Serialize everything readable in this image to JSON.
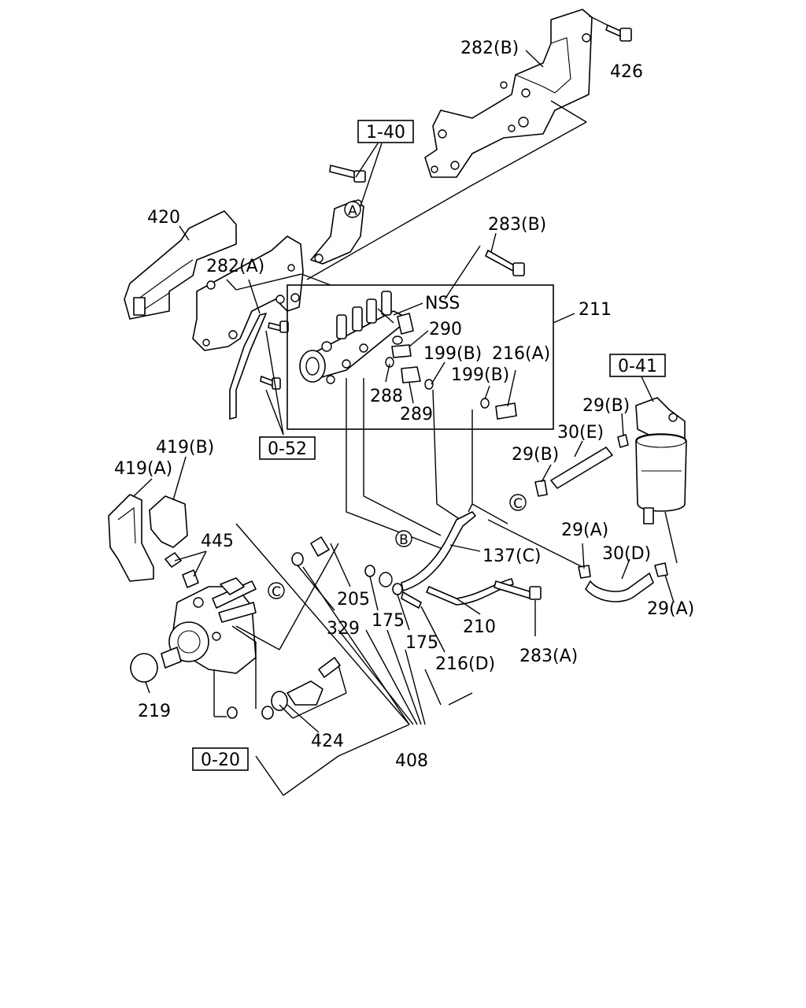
{
  "callouts": {
    "p282B": "282(B)",
    "p426": "426",
    "p420": "420",
    "p282A": "282(A)",
    "p283B": "283(B)",
    "nss": "NSS",
    "p290": "290",
    "p211": "211",
    "p199B_1": "199(B)",
    "p216A": "216(A)",
    "p199B_2": "199(B)",
    "p288": "288",
    "p289": "289",
    "p29B_1": "29(B)",
    "p30E": "30(E)",
    "p29B_2": "29(B)",
    "p419B": "419(B)",
    "p419A": "419(A)",
    "p445": "445",
    "p137C": "137(C)",
    "p29A_1": "29(A)",
    "p30D": "30(D)",
    "p29A_2": "29(A)",
    "p205": "205",
    "p329": "329",
    "p175_1": "175",
    "p175_2": "175",
    "p210": "210",
    "p216D": "216(D)",
    "p283A": "283(A)",
    "p219": "219",
    "p424": "424",
    "p408": "408"
  },
  "ref_boxes": {
    "r1_40": "1-40",
    "r0_52": "0-52",
    "r0_41": "0-41",
    "r0_20": "0-20"
  },
  "connectors": {
    "A": "A",
    "B": "B",
    "C1": "C",
    "C2": "C"
  }
}
